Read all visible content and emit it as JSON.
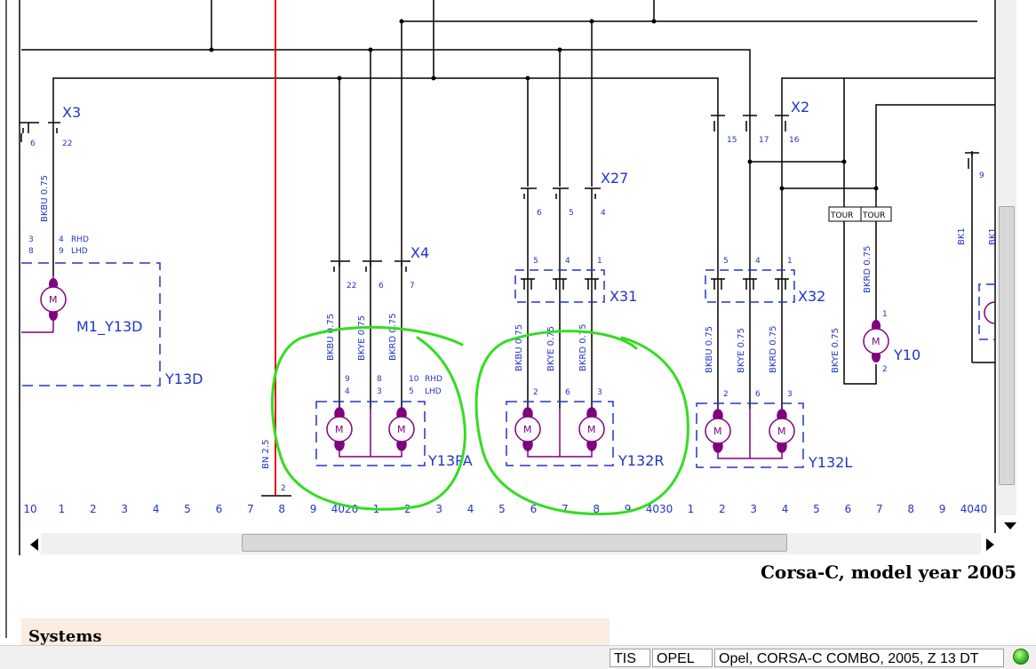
{
  "caption": "Corsa-C, model year 2005",
  "connectors": {
    "x3": "X3",
    "x4": "X4",
    "x27": "X27",
    "x31": "X31",
    "x32": "X32",
    "x2": "X2"
  },
  "components": {
    "m1_y13d": "M1_Y13D",
    "y13d": "Y13D",
    "y13pa": "Y13PA",
    "y132r": "Y132R",
    "y132l": "Y132L",
    "y10": "Y10",
    "motor_symbol": "M"
  },
  "wires": {
    "bkbu075": "BKBU 0.75",
    "bkye075": "BKYE 0.75",
    "bkrd075": "BKRD 0.75",
    "bkbu075b": "BKBU 0.75",
    "bkye075b": "BKYE 0.75",
    "bkrd075b": "BKRD 0.75",
    "bkbu075c": "BKBU 0.75",
    "bkye075c": "BKYE 0.75",
    "bkrd075c": "BKRD 0.75",
    "bkbu075_x3": "BKBU 0.75",
    "bkrd075_y10": "BKRD 0.75",
    "bkye075_y10": "BKYE 0.75",
    "bn25": "BN 2.5",
    "bk1": "BK1",
    "bk1b": "BK1"
  },
  "tags": {
    "tour1": "TOUR",
    "tour2": "TOUR"
  },
  "pins": {
    "x3_a": "6",
    "x3_b": "22",
    "m1_rhd": "3",
    "m1_rhd2": "4",
    "m1_lhd": "8",
    "m1_lhd2": "9",
    "rhd": "RHD",
    "lhd": "LHD",
    "x4_a": "22",
    "x4_b": "6",
    "x4_c": "7",
    "y13pa_a": "9",
    "y13pa_b": "8",
    "y13pa_c": "10",
    "y13pa_d": "4",
    "y13pa_e": "3",
    "y13pa_f": "5",
    "rhd2": "RHD",
    "lhd2": "LHD",
    "x27_a": "6",
    "x27_b": "5",
    "x27_c": "4",
    "x31_a": "5",
    "x31_b": "4",
    "x31_c": "1",
    "y132r_a": "2",
    "y132r_b": "6",
    "y132r_c": "3",
    "x2_a": "15",
    "x2_b": "17",
    "x2_c": "16",
    "x32_a": "5",
    "x32_b": "4",
    "x32_c": "1",
    "y132l_a": "2",
    "y132l_b": "6",
    "y132l_c": "3",
    "y10_a": "1",
    "y10_b": "2",
    "bn_pin": "2",
    "right_pin": "9"
  },
  "ruler": [
    "10",
    "1",
    "2",
    "3",
    "4",
    "5",
    "6",
    "7",
    "8",
    "9",
    "4020",
    "1",
    "2",
    "3",
    "4",
    "5",
    "6",
    "7",
    "8",
    "9",
    "4030",
    "1",
    "2",
    "3",
    "4",
    "5",
    "6",
    "7",
    "8",
    "9",
    "4040"
  ],
  "systems": {
    "title": "Systems"
  },
  "status": {
    "tis": "TIS",
    "make": "OPEL",
    "vehicle": "Opel, CORSA-C COMBO, 2005, Z 13 DT"
  },
  "colors": {
    "wire": "#000000",
    "label": "#2233cc",
    "motor": "#800080",
    "highlight": "#33dd22",
    "ground": "#dd1111"
  }
}
